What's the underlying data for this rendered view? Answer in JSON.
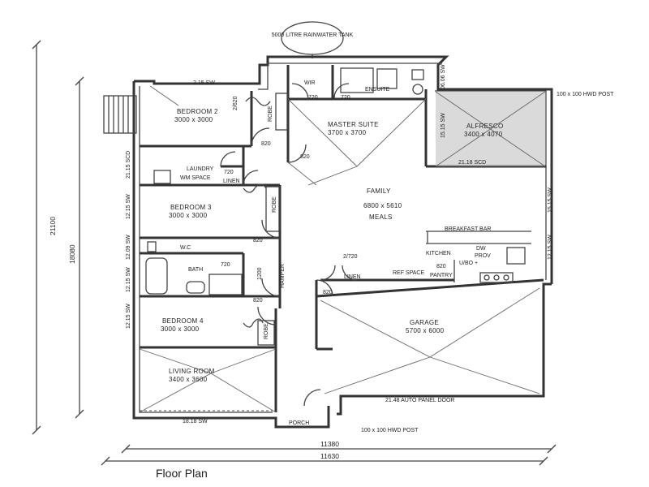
{
  "title": "Floor Plan",
  "tank_label": "5000 LITRE RAINWATER TANK",
  "rooms": {
    "bedroom2": {
      "name": "BEDROOM 2",
      "size": "3000 x 3000"
    },
    "master": {
      "name": "MASTER SUITE",
      "size": "3700 x 3700"
    },
    "wir": "WIR",
    "ensuite": "ENSUITE",
    "alfresco": {
      "name": "ALFRESCO",
      "size": "3400 x 4070"
    },
    "laundry": "LAUNDRY",
    "wm_space": "WM SPACE",
    "linen1": "LINEN",
    "bedroom3": {
      "name": "BEDROOM 3",
      "size": "3000 x 3000"
    },
    "family": {
      "name": "FAMILY",
      "size": "6800 x 5610"
    },
    "meals": "MEALS",
    "breakfast_bar": "BREAKFAST BAR",
    "kitchen": "KITCHEN",
    "dw": "DW",
    "prov": "PROV",
    "uc": "U/BO +",
    "wc": "W.C",
    "bath": "BATH",
    "linen2": "LINEN",
    "ref_space": "REF SPACE",
    "pantry": "PANTRY",
    "bedroom4": {
      "name": "BEDROOM 4",
      "size": "3000 x 3000"
    },
    "garage": {
      "name": "GARAGE",
      "size": "5700 x 6000"
    },
    "living": {
      "name": "LIVING ROOM",
      "size": "3400 x 3600"
    },
    "porch": "PORCH",
    "robe": "ROBE"
  },
  "labels": {
    "top_sw": "2.15 SW",
    "hwd_post_top": "100 x 100 HWD POST",
    "hwd_post_bottom": "100 x 100 HWD POST",
    "alfresco_sd": "21.18 SCD",
    "left_sd": "21.15 SCD",
    "sw_a": "12.15 SW",
    "sw_b": "12.09 SW",
    "sw_c": "12.15 SW",
    "sw_d": "12.15 SW",
    "right_sw_a": "15.15 SW",
    "right_sw_b": "12.15 SW",
    "ensuite_sw": "06.06 SW",
    "fam_sw": "15.15 SW",
    "bottom_sw": "18.18 SW",
    "garage_door": "21.48 AUTO PANEL DOOR",
    "hamper": "HAMPER",
    "dim_720a": "720",
    "dim_720b": "720",
    "dim_820a": "820",
    "dim_820b": "820",
    "dim_820c": "820",
    "dim_820d": "820",
    "dim_820e": "820",
    "dim_820f": "820",
    "dim_720c": "720",
    "dim_720d": "720",
    "dim_2720": "2/720",
    "dim_1200": "1200",
    "dim_2x620": "2/620"
  },
  "dimensions": {
    "overall_height_outer": "21100",
    "overall_height_inner": "18080",
    "overall_width_inner": "11380",
    "overall_width_outer": "11630"
  }
}
